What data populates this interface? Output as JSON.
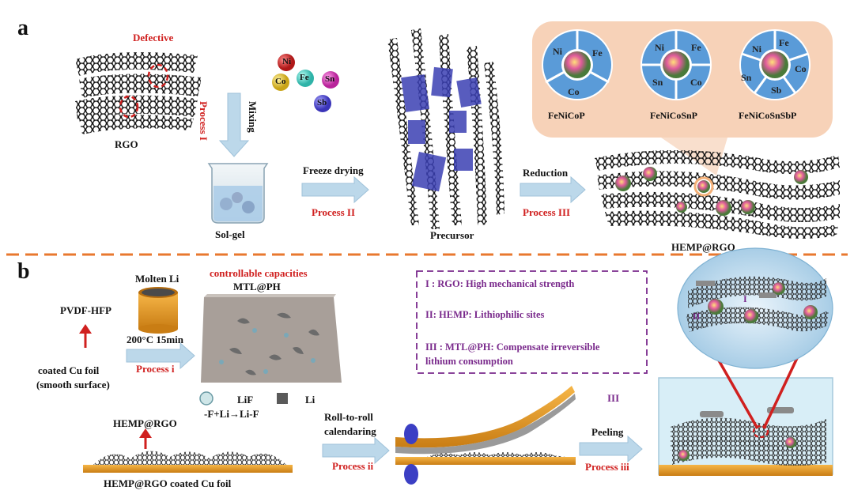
{
  "panels": {
    "a": "a",
    "b": "b"
  },
  "colors": {
    "arrow_fill": "#bcd8ea",
    "red_accent": "#d0201f",
    "purple_text": "#7a2a8c",
    "divider": "#e8782f",
    "copper": "#e39a2c",
    "graphene": "#1a1a1a",
    "disc_blue": "#5a9bd8",
    "inset_bg": "#f7d2b8"
  },
  "panel_a": {
    "rgo_label": "RGO",
    "defective_label": "Defective",
    "process_i": "Process I",
    "mixing": "Mixing",
    "balls": [
      "Ni",
      "Co",
      "Fe",
      "Sn",
      "Sb"
    ],
    "solgel": "Sol-gel",
    "freeze_drying": "Freeze drying",
    "process_ii": "Process II",
    "precursor": "Precursor",
    "reduction": "Reduction",
    "process_iii": "Process III",
    "hemp_rgo": "HEMP@RGO",
    "disc1": {
      "elements": [
        "Ni",
        "Fe",
        "Co"
      ],
      "name": "FeNiCoP"
    },
    "disc2": {
      "elements": [
        "Ni",
        "Fe",
        "Sn",
        "Co"
      ],
      "name": "FeNiCoSnP"
    },
    "disc3": {
      "elements": [
        "Fe",
        "Ni",
        "Co",
        "Sn",
        "Sb"
      ],
      "name": "FeNiCoSnSbP"
    }
  },
  "panel_b": {
    "pvdf": "PVDF-HFP",
    "coated_cu_1": "coated Cu foil",
    "coated_cu_2": "(smooth surface)",
    "molten_li": "Molten Li",
    "condition": "200°C  15min",
    "process_i_lower": "Process i",
    "controllable": "controllable capacities",
    "mtl_ph": "MTL@PH",
    "lif": "LiF",
    "li": "Li",
    "reaction": "-F+Li→Li-F",
    "hemp_rgo": "HEMP@RGO",
    "hemp_rgo_cu": "HEMP@RGO coated Cu foil",
    "roll_1": "Roll-to-roll",
    "roll_2": "calendaring",
    "process_ii_lower": "Process ii",
    "notes": [
      "I : RGO: High mechanical strength",
      "II: HEMP: Lithiophilic sites",
      "III : MTL@PH: Compensate irreversible",
      "lithium consumption"
    ],
    "iii_label": "III",
    "peeling": "Peeling",
    "process_iii_lower": "Process iii",
    "zoom_i": "I",
    "zoom_ii": "II"
  }
}
